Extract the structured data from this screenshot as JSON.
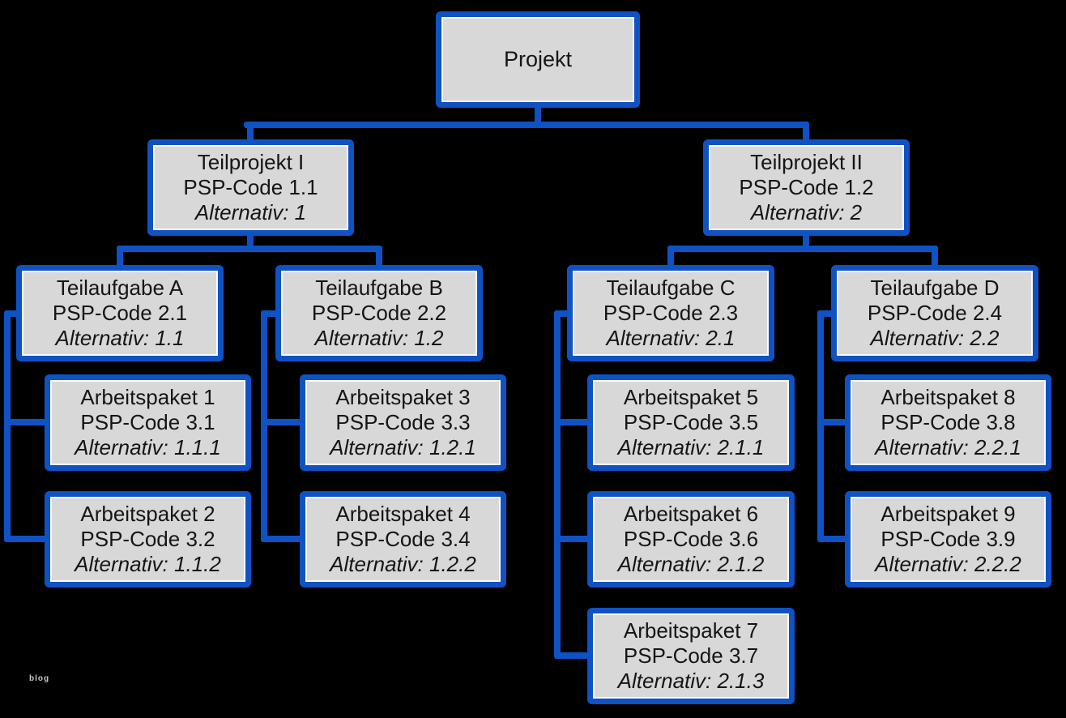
{
  "page": {
    "background_color": "#000000",
    "watermark": "blog"
  },
  "colors": {
    "line_blue": "#0f52c4",
    "box_fill": "#d8d8d8",
    "box_inner_edge": "#fbfbfb",
    "text": "#151515"
  },
  "nodes": {
    "root": {
      "title": "Projekt"
    },
    "subprojects": [
      {
        "title": "Teilprojekt I",
        "code": "PSP-Code 1.1",
        "alternative": "Alternativ: 1"
      },
      {
        "title": "Teilprojekt II",
        "code": "PSP-Code 1.2",
        "alternative": "Alternativ: 2"
      }
    ],
    "subtasks": [
      {
        "title": "Teilaufgabe A",
        "code": "PSP-Code 2.1",
        "alternative": "Alternativ: 1.1"
      },
      {
        "title": "Teilaufgabe B",
        "code": "PSP-Code 2.2",
        "alternative": "Alternativ: 1.2"
      },
      {
        "title": "Teilaufgabe C",
        "code": "PSP-Code 2.3",
        "alternative": "Alternativ: 2.1"
      },
      {
        "title": "Teilaufgabe D",
        "code": "PSP-Code 2.4",
        "alternative": "Alternativ: 2.2"
      }
    ],
    "workpackages": [
      {
        "title": "Arbeitspaket 1",
        "code": "PSP-Code 3.1",
        "alternative": "Alternativ: 1.1.1"
      },
      {
        "title": "Arbeitspaket 2",
        "code": "PSP-Code 3.2",
        "alternative": "Alternativ: 1.1.2"
      },
      {
        "title": "Arbeitspaket 3",
        "code": "PSP-Code 3.3",
        "alternative": "Alternativ: 1.2.1"
      },
      {
        "title": "Arbeitspaket 4",
        "code": "PSP-Code 3.4",
        "alternative": "Alternativ: 1.2.2"
      },
      {
        "title": "Arbeitspaket 5",
        "code": "PSP-Code 3.5",
        "alternative": "Alternativ: 2.1.1"
      },
      {
        "title": "Arbeitspaket 6",
        "code": "PSP-Code 3.6",
        "alternative": "Alternativ: 2.1.2"
      },
      {
        "title": "Arbeitspaket 7",
        "code": "PSP-Code 3.7",
        "alternative": "Alternativ: 2.1.3"
      },
      {
        "title": "Arbeitspaket 8",
        "code": "PSP-Code 3.8",
        "alternative": "Alternativ: 2.2.1"
      },
      {
        "title": "Arbeitspaket 9",
        "code": "PSP-Code 3.9",
        "alternative": "Alternativ: 2.2.2"
      }
    ]
  }
}
